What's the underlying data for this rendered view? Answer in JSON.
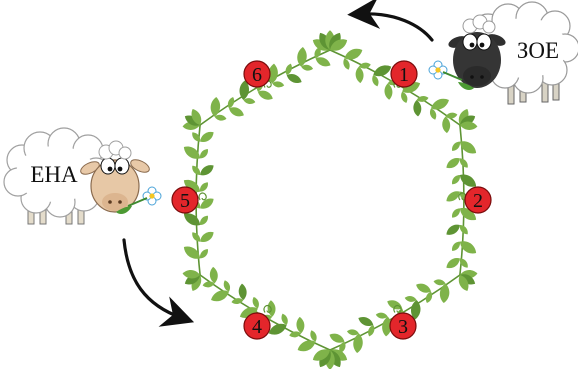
{
  "wreath": {
    "positions": [
      {
        "label": "1"
      },
      {
        "label": "2"
      },
      {
        "label": "3"
      },
      {
        "label": "4"
      },
      {
        "label": "5"
      },
      {
        "label": "6"
      }
    ]
  },
  "sheep": [
    {
      "label": "ЗОЕ",
      "face": "dark"
    },
    {
      "label": "ЕНА",
      "face": "light"
    }
  ],
  "colors": {
    "marker_fill": "#e3262b",
    "leaf": "#7fb34a",
    "leaf_dark": "#5e9434",
    "arrow": "#111111"
  }
}
